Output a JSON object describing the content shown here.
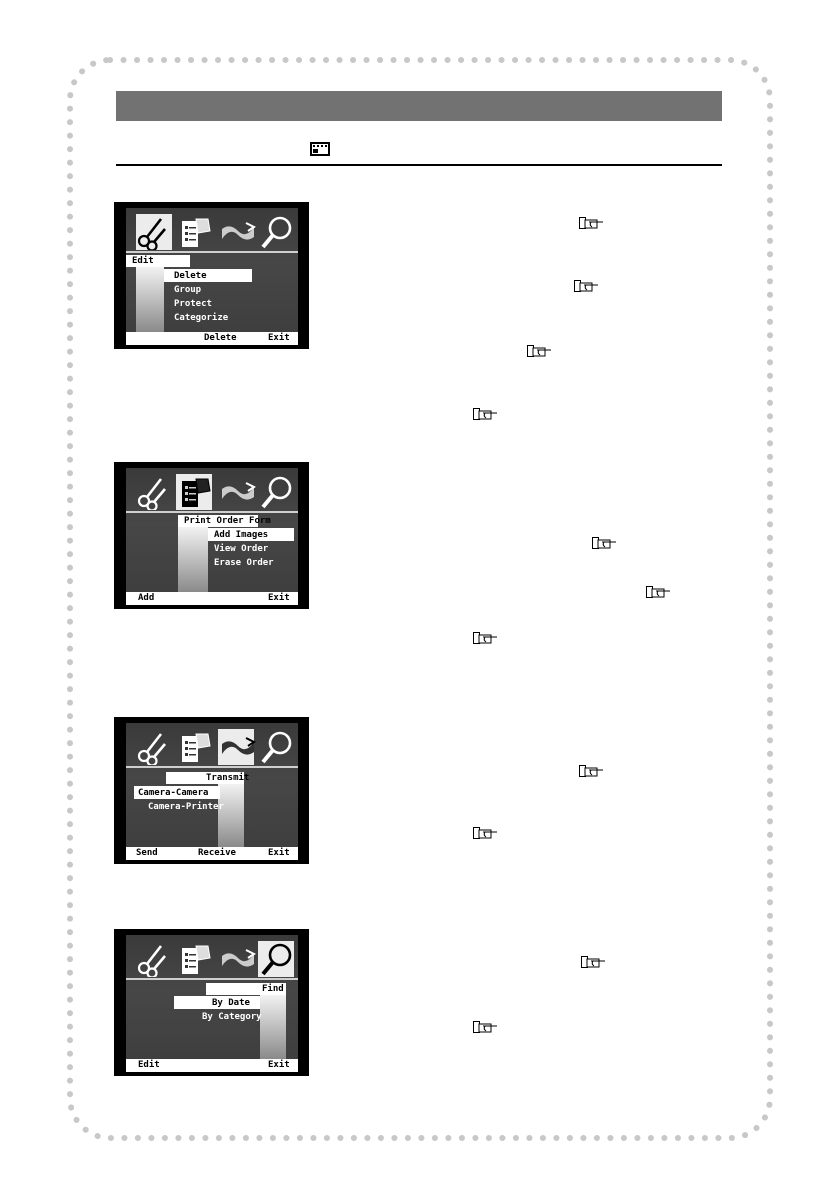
{
  "screens": [
    {
      "menu_title": "Edit",
      "items": [
        "Delete",
        "Group",
        "Protect",
        "Categorize"
      ],
      "bottom_center": "Delete",
      "bottom_right": "Exit",
      "active_icon": "scissors-icon"
    },
    {
      "menu_title": "Print Order Form",
      "items": [
        "Add Images",
        "View Order",
        "Erase Order"
      ],
      "bottom_left": "Add",
      "bottom_right": "Exit",
      "active_icon": "print-order-icon"
    },
    {
      "menu_title": "Transmit",
      "items": [
        "Camera-Camera",
        "Camera-Printer"
      ],
      "bottom_left": "Send",
      "bottom_center": "Receive",
      "bottom_right": "Exit",
      "active_icon": "transmit-icon"
    },
    {
      "menu_title": "Find",
      "items": [
        "By Date",
        "By Category"
      ],
      "bottom_left": "Edit",
      "bottom_right": "Exit",
      "active_icon": "magnifier-icon"
    }
  ],
  "colors": {
    "header_bar": "#727272",
    "border_dots": "#c8c8c8"
  }
}
